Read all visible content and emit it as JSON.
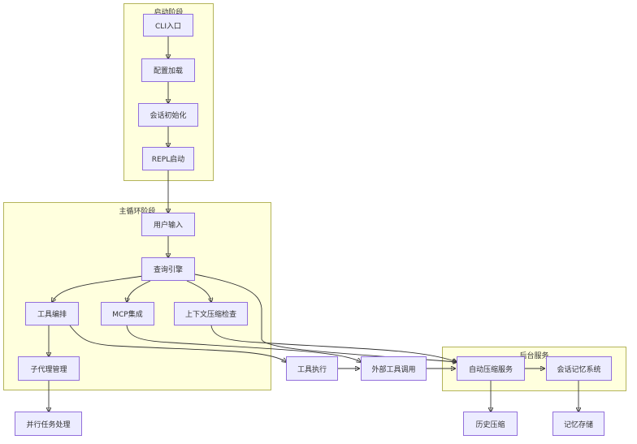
{
  "clusters": {
    "startup": {
      "title": "启动阶段"
    },
    "main_loop": {
      "title": "主循环阶段"
    },
    "background": {
      "title": "后台服务"
    }
  },
  "nodes": {
    "cli_entry": "CLI入口",
    "config_load": "配置加载",
    "session_init": "会话初始化",
    "repl_start": "REPL启动",
    "user_input": "用户输入",
    "query_engine": "查询引擎",
    "tool_orchestration": "工具编排",
    "mcp_integration": "MCP集成",
    "context_check": "上下文压缩检查",
    "subagent_mgmt": "子代理管理",
    "parallel_tasks": "并行任务处理",
    "tool_exec": "工具执行",
    "external_tool": "外部工具调用",
    "auto_compress": "自动压缩服务",
    "session_memory": "会话记忆系统",
    "history_compress": "历史压缩",
    "memory_storage": "记忆存储"
  },
  "colors": {
    "node_fill": "#ececff",
    "node_border": "#9370db",
    "cluster_fill": "#ffffde",
    "cluster_border": "#b4b45a",
    "edge": "#333333"
  }
}
